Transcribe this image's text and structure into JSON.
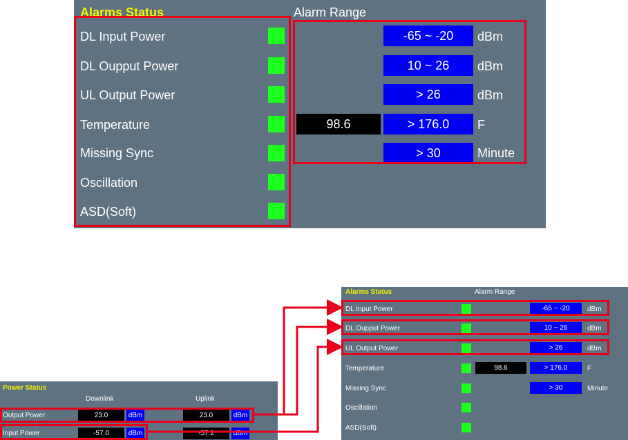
{
  "large_panel": {
    "title": "Alarms Status",
    "range_title": "Alarm Range",
    "rows": [
      {
        "label": "DL Input Power",
        "value": "",
        "range": "-65 ~ -20",
        "unit": "dBm"
      },
      {
        "label": "DL Oupput Power",
        "value": "",
        "range": "10 ~ 26",
        "unit": "dBm"
      },
      {
        "label": "UL Output Power",
        "value": "",
        "range": "> 26",
        "unit": "dBm"
      },
      {
        "label": "Temperature",
        "value": "98.6",
        "range": "> 176.0",
        "unit": "F"
      },
      {
        "label": "Missing Sync",
        "value": "",
        "range": "> 30",
        "unit": "Minute"
      },
      {
        "label": "Oscillation",
        "value": "",
        "range": "",
        "unit": ""
      },
      {
        "label": "ASD(Soft)",
        "value": "",
        "range": "",
        "unit": ""
      }
    ]
  },
  "small_panel": {
    "title": "Alarms Status",
    "range_title": "Alarm Range",
    "rows": [
      {
        "label": "DL Input Power",
        "value": "",
        "range": "-65 ~ -20",
        "unit": "dBm"
      },
      {
        "label": "DL Oupput Power",
        "value": "",
        "range": "10 ~ 26",
        "unit": "dBm"
      },
      {
        "label": "UL Output Power",
        "value": "",
        "range": "> 26",
        "unit": "dBm"
      },
      {
        "label": "Temperature",
        "value": "98.6",
        "range": "> 176.0",
        "unit": "F"
      },
      {
        "label": "Missing Sync",
        "value": "",
        "range": "> 30",
        "unit": "Minute"
      },
      {
        "label": "Oscillation",
        "value": "",
        "range": "",
        "unit": ""
      },
      {
        "label": "ASD(Soft)",
        "value": "",
        "range": "",
        "unit": ""
      }
    ]
  },
  "power_panel": {
    "title": "Power Status",
    "col_downlink": "Downlink",
    "col_uplink": "Uplink",
    "rows": [
      {
        "label": "Output Power",
        "downlink": "23.0",
        "downlink_unit": "dBm",
        "uplink": "23.0",
        "uplink_unit": "dBm"
      },
      {
        "label": "Input Power",
        "downlink": "-57.0",
        "downlink_unit": "dBm",
        "uplink": "-57.2",
        "uplink_unit": "dBm"
      }
    ]
  },
  "colors": {
    "panel_bg": "#5e7282",
    "header_yellow": "#f2f200",
    "led_green": "#1dff1d",
    "range_blue": "#0000f5",
    "highlight_red": "#e8001a"
  }
}
